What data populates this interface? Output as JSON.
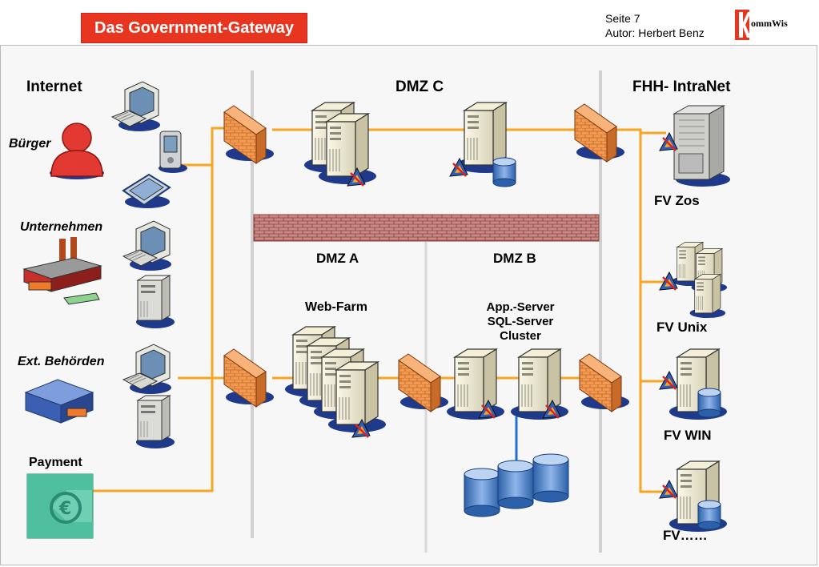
{
  "header": {
    "title": "Das Government-Gateway",
    "page": "Seite 7",
    "author": "Autor: Herbert Benz",
    "logo_text": "ommWis"
  },
  "zones": {
    "internet": "Internet",
    "dmz_c": "DMZ C",
    "intranet": "FHH- IntraNet",
    "dmz_a": "DMZ A",
    "dmz_b": "DMZ B"
  },
  "actors": {
    "buerger": "Bürger",
    "unternehmen": "Unternehmen",
    "behoerden": "Ext. Behörden",
    "payment": "Payment"
  },
  "servers": {
    "web_farm": "Web-Farm",
    "app_server_line1": "App.-Server",
    "app_server_line2": "SQL-Server",
    "app_server_line3": "Cluster"
  },
  "intranet_nodes": {
    "fv_zos": "FV Zos",
    "fv_unix": "FV Unix",
    "fv_win": "FV WIN",
    "fv_more": "FV……"
  },
  "colors": {
    "title_bg": "#e8351f",
    "link": "#f5a623",
    "firewall": "#f08a3c",
    "db_link": "#1e6fd9",
    "db": "#3a78c9"
  },
  "icons": [
    "desktop-pc-icon",
    "pda-icon",
    "tablet-icon",
    "person-icon",
    "factory-icon",
    "building-icon",
    "euro-icon",
    "firewall-icon",
    "server-icon",
    "database-icon",
    "workstation-tower-icon",
    "mainframe-icon"
  ]
}
